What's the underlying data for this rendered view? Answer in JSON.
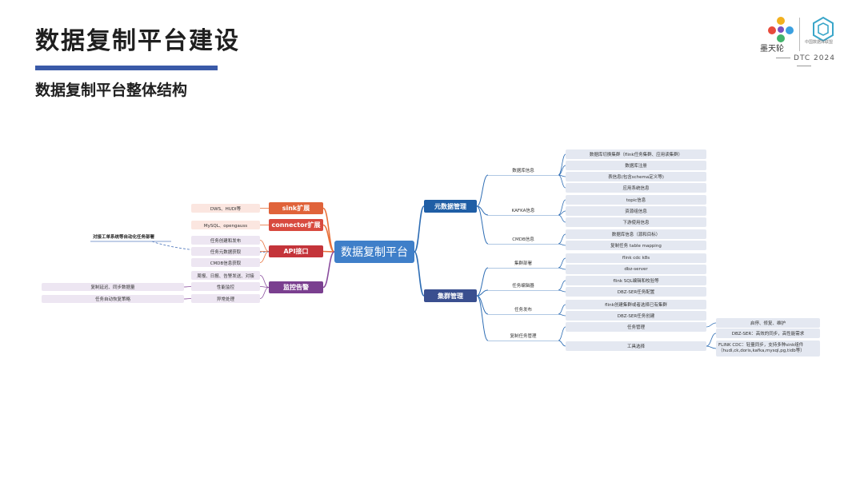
{
  "header": {
    "title": "数据复制平台建设",
    "subtitle": "数据复制平台整体结构",
    "brand_name": "墨天轮",
    "partner_text": "中国数据库联盟",
    "event": "DTC 2024"
  },
  "colors": {
    "root": "#3f7fc9",
    "meta": "#1f5ea5",
    "cluster": "#3a4f8f",
    "sink": "#e0633a",
    "connector": "#d84a3f",
    "api": "#c4343a",
    "monitor": "#7a3f8f",
    "line_blue": "#2e6db4",
    "line_orange": "#e8703a",
    "line_purple": "#8a4d9e"
  },
  "mindmap": {
    "root": "数据复制平台",
    "right": [
      {
        "label": "元数据管理",
        "color": "meta",
        "children": [
          {
            "label": "数据库信息",
            "children": [
              "数据库切换集群（flink任务集群、应用读集群）",
              "数据库注册",
              "表信息(包含schema定义等)",
              "应用系统信息"
            ]
          },
          {
            "label": "KAFKA信息",
            "children": [
              "topic信息",
              "资源组信息",
              "下游使用信息"
            ]
          },
          {
            "label": "CMDB信息",
            "children": [
              "数据库信息（源和目标）",
              "复制任务 table mapping"
            ]
          }
        ]
      },
      {
        "label": "集群管理",
        "color": "cluster",
        "children": [
          {
            "label": "集群部署",
            "children": [
              "flink cdc k8s",
              "dbz-server"
            ]
          },
          {
            "label": "任务编辑器",
            "children": [
              "flink SQL编辑和校验等",
              "DBZ-SER任务配置"
            ]
          },
          {
            "label": "任务发布",
            "children": [
              "flink创建集群或者选择已有集群",
              "DBZ-SER任务创建"
            ]
          },
          {
            "label": "复制任务管理",
            "children": [
              {
                "label": "任务管理",
                "children": [
                  "启停、修复、维护"
                ]
              },
              {
                "label": "工具选择",
                "children": [
                  "DBZ-SER：高效的同步，高性能需求",
                  "FLINK CDC：轻量同步，支持多种sink组件（hudi,ck,doris,kafka,mysql,pg,tidb等）"
                ]
              }
            ]
          }
        ]
      }
    ],
    "left": [
      {
        "label": "sink扩展",
        "color": "sink",
        "children": [
          "DWS、HUDI等"
        ]
      },
      {
        "label": "connector扩展",
        "color": "connector",
        "children": [
          "MySQL、opengauss"
        ]
      },
      {
        "label": "API接口",
        "color": "api",
        "children": [
          "任务创建和发布",
          "任务元数据获取",
          "CMDB信息获取"
        ]
      },
      {
        "label": "监控告警",
        "color": "monitor",
        "children": [
          {
            "label": "周报、日报、告警发送、对接",
            "children": []
          },
          {
            "label": "性能监控",
            "children": [
              "复制延迟、同步数据量"
            ]
          },
          {
            "label": "异常处理",
            "children": [
              "任务自动恢复策略"
            ]
          }
        ]
      }
    ],
    "annotation": "对接工单系统等自动化任务部署"
  }
}
